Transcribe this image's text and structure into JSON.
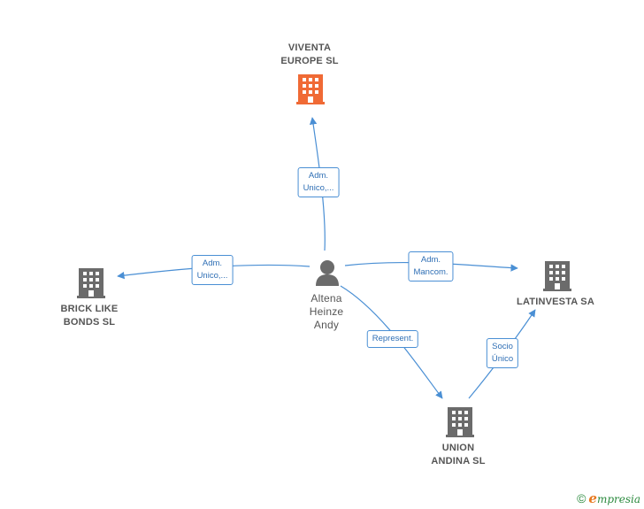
{
  "colors": {
    "edge": "#4a8fd4",
    "building_main": "#f06a35",
    "building_other": "#6b6b6b",
    "person": "#6b6b6b"
  },
  "nodes": {
    "viventa": {
      "lines": [
        "VIVENTA",
        "EUROPE  SL"
      ],
      "icon": "building-icon"
    },
    "brick": {
      "lines": [
        "BRICK LIKE",
        "BONDS  SL"
      ],
      "icon": "building-icon"
    },
    "latinvesta": {
      "lines": [
        "LATINVESTA SA"
      ],
      "icon": "building-icon"
    },
    "union": {
      "lines": [
        "UNION",
        "ANDINA SL"
      ],
      "icon": "building-icon"
    },
    "person": {
      "lines": [
        "Altena",
        "Heinze",
        "Andy"
      ],
      "icon": "person-icon"
    }
  },
  "edges": {
    "to_viventa": {
      "lines": [
        "Adm.",
        "Unico,..."
      ]
    },
    "to_brick": {
      "lines": [
        "Adm.",
        "Unico,..."
      ]
    },
    "to_latinvesta": {
      "lines": [
        "Adm.",
        "Mancom."
      ]
    },
    "to_union": {
      "lines": [
        "Represent."
      ]
    },
    "union_to_latinvesta": {
      "lines": [
        "Socio",
        "Único"
      ]
    }
  },
  "footer": {
    "copyright": "©",
    "brand_initial": "e",
    "brand_rest": "mpresia"
  }
}
